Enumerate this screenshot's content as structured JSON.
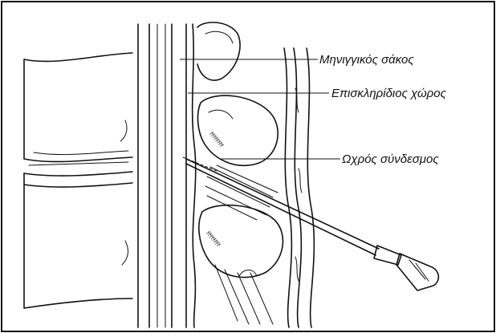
{
  "labels": {
    "meningeal_sac": "Μηνιγγικός σάκος",
    "epidural_space": "Επισκληρίδιος χώρος",
    "ligamentum_flavum": "Ωχρός σύνδεσμος"
  },
  "colors": {
    "ink": "#111111",
    "background": "#ffffff"
  }
}
